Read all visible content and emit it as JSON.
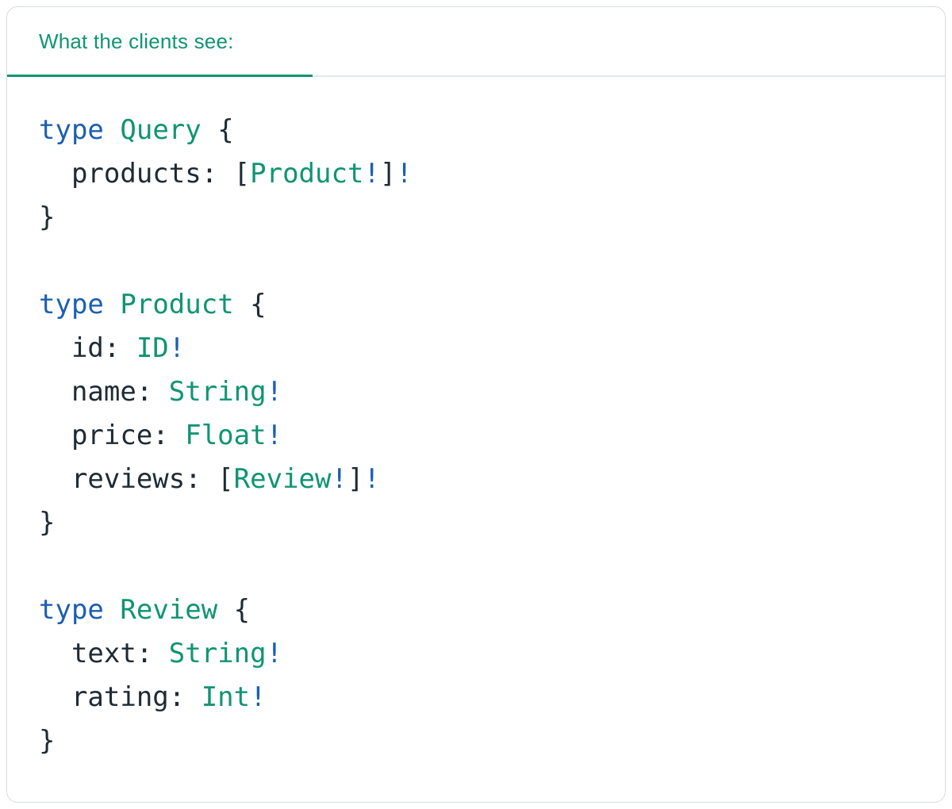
{
  "card": {
    "tab": {
      "label": "What the clients see:"
    },
    "colors": {
      "accent_teal": "#0f9573",
      "keyword_blue": "#1a5fb4",
      "text_dark": "#1d2b35",
      "card_border": "#d7dcdf",
      "tab_divider": "#e4e7e9"
    },
    "code": {
      "lines": [
        {
          "tokens": [
            {
              "t": "type",
              "c": "kw"
            },
            {
              "t": " ",
              "c": "plain"
            },
            {
              "t": "Query",
              "c": "type"
            },
            {
              "t": " {",
              "c": "plain"
            }
          ]
        },
        {
          "tokens": [
            {
              "t": "  products: ",
              "c": "plain"
            },
            {
              "t": "[",
              "c": "plain"
            },
            {
              "t": "Product",
              "c": "type"
            },
            {
              "t": "!",
              "c": "bang"
            },
            {
              "t": "]",
              "c": "plain"
            },
            {
              "t": "!",
              "c": "bang"
            }
          ]
        },
        {
          "tokens": [
            {
              "t": "}",
              "c": "plain"
            }
          ]
        },
        {
          "tokens": []
        },
        {
          "tokens": [
            {
              "t": "type",
              "c": "kw"
            },
            {
              "t": " ",
              "c": "plain"
            },
            {
              "t": "Product",
              "c": "type"
            },
            {
              "t": " {",
              "c": "plain"
            }
          ]
        },
        {
          "tokens": [
            {
              "t": "  id: ",
              "c": "plain"
            },
            {
              "t": "ID",
              "c": "type"
            },
            {
              "t": "!",
              "c": "bang"
            }
          ]
        },
        {
          "tokens": [
            {
              "t": "  name: ",
              "c": "plain"
            },
            {
              "t": "String",
              "c": "type"
            },
            {
              "t": "!",
              "c": "bang"
            }
          ]
        },
        {
          "tokens": [
            {
              "t": "  price: ",
              "c": "plain"
            },
            {
              "t": "Float",
              "c": "type"
            },
            {
              "t": "!",
              "c": "bang"
            }
          ]
        },
        {
          "tokens": [
            {
              "t": "  reviews: ",
              "c": "plain"
            },
            {
              "t": "[",
              "c": "plain"
            },
            {
              "t": "Review",
              "c": "type"
            },
            {
              "t": "!",
              "c": "bang"
            },
            {
              "t": "]",
              "c": "plain"
            },
            {
              "t": "!",
              "c": "bang"
            }
          ]
        },
        {
          "tokens": [
            {
              "t": "}",
              "c": "plain"
            }
          ]
        },
        {
          "tokens": []
        },
        {
          "tokens": [
            {
              "t": "type",
              "c": "kw"
            },
            {
              "t": " ",
              "c": "plain"
            },
            {
              "t": "Review",
              "c": "type"
            },
            {
              "t": " {",
              "c": "plain"
            }
          ]
        },
        {
          "tokens": [
            {
              "t": "  text: ",
              "c": "plain"
            },
            {
              "t": "String",
              "c": "type"
            },
            {
              "t": "!",
              "c": "bang"
            }
          ]
        },
        {
          "tokens": [
            {
              "t": "  rating: ",
              "c": "plain"
            },
            {
              "t": "Int",
              "c": "type"
            },
            {
              "t": "!",
              "c": "bang"
            }
          ]
        },
        {
          "tokens": [
            {
              "t": "}",
              "c": "plain"
            }
          ]
        }
      ]
    }
  }
}
